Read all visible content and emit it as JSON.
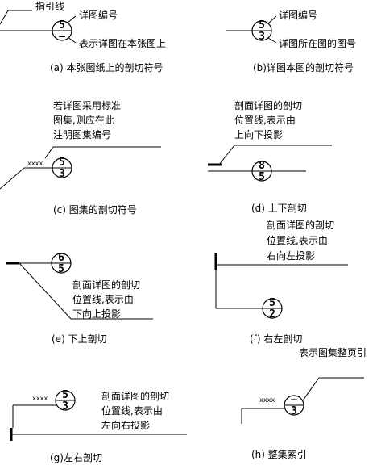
{
  "panels": {
    "a": {
      "leader_label": "指引线",
      "label_top": "详图编号",
      "label_bottom": "表示详图在本张图上",
      "num_top": "5",
      "num_bottom": "—",
      "caption": "(a) 本张图纸上的剖切符号"
    },
    "b": {
      "label_top": "详图编号",
      "label_bottom": "详图所在图的图号",
      "num_top": "5",
      "num_bottom": "3",
      "caption": "(b)详图本图的剖切符号"
    },
    "c": {
      "note_lines": [
        "若详图采用标准",
        "图集,则应在此",
        "注明图集编号"
      ],
      "xxxx": "xxxx",
      "num_top": "5",
      "num_bottom": "3",
      "caption": "(c) 图集的剖切符号"
    },
    "d": {
      "note_lines": [
        "剖面详图的剖切",
        "位置线,表示由",
        "上向下投影"
      ],
      "num_top": "8",
      "num_bottom": "5",
      "caption": "(d) 上下剖切"
    },
    "e": {
      "note_lines": [
        "剖面详图的剖切",
        "位置线,表示由",
        "下向上投影"
      ],
      "num_top": "6",
      "num_bottom": "5",
      "caption": "(e) 下上剖切"
    },
    "f": {
      "note_lines": [
        "剖面详图的剖切",
        "位置线,表示由",
        "右向左投影"
      ],
      "num_top": "5",
      "num_bottom": "2",
      "caption": "(f) 右左剖切"
    },
    "g": {
      "note_lines": [
        "剖面详图的剖切",
        "位置线,表示由",
        "左向右投影"
      ],
      "xxxx": "xxxx",
      "num_top": "5",
      "num_bottom": "3",
      "caption": "(g)左右剖切"
    },
    "h": {
      "note": "表示图集整页引",
      "xxxx": "xxxx",
      "num_top": "—",
      "num_bottom": "3",
      "caption": "(h) 整集索引"
    }
  }
}
